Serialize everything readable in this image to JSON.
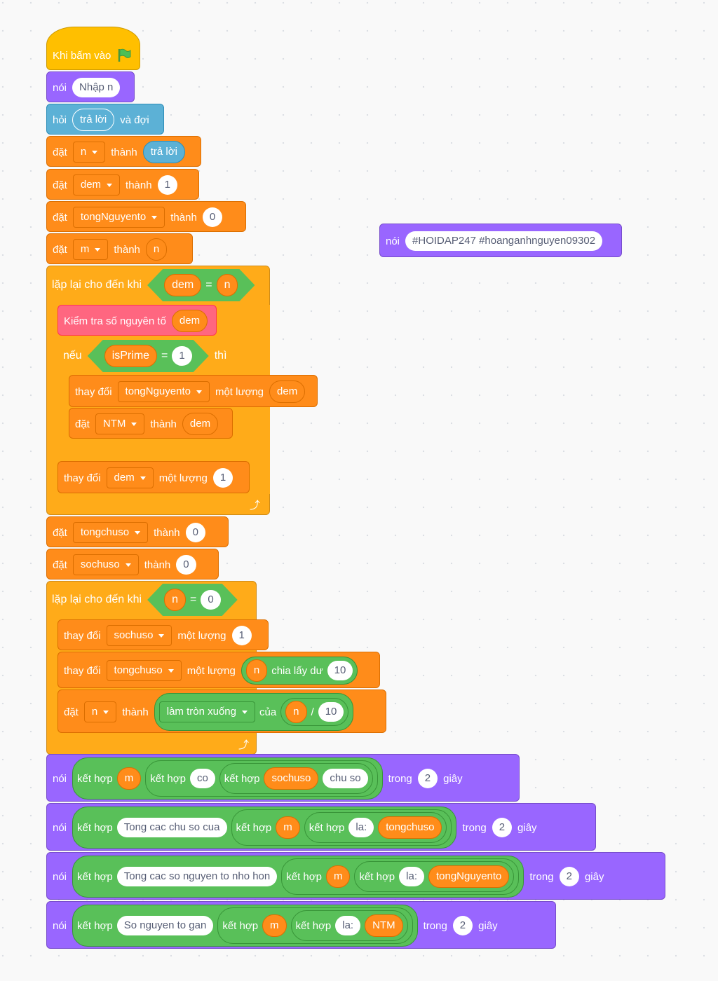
{
  "hat": {
    "label": "Khi bấm vào"
  },
  "say1": {
    "verb": "nói",
    "text": "Nhập n"
  },
  "ask": {
    "verb": "hỏi",
    "answer": "trả lời",
    "wait": "và đợi"
  },
  "set_n": {
    "verb": "đặt",
    "var": "n",
    "to": "thành",
    "value": "trả lời"
  },
  "set_dem": {
    "verb": "đặt",
    "var": "dem",
    "to": "thành",
    "value": "1"
  },
  "set_tong": {
    "verb": "đặt",
    "var": "tongNguyento",
    "to": "thành",
    "value": "0"
  },
  "set_m": {
    "verb": "đặt",
    "var": "m",
    "to": "thành",
    "value": "n"
  },
  "loop1": {
    "label": "lặp lại cho đến khi",
    "left": "dem",
    "op": "=",
    "right": "n"
  },
  "check": {
    "label": "Kiểm tra số nguyên tố",
    "arg": "dem"
  },
  "if": {
    "label": "nếu",
    "left": "isPrime",
    "op": "=",
    "right": "1",
    "then": "thì"
  },
  "chg_tong": {
    "verb": "thay đổi",
    "var": "tongNguyento",
    "by": "một lượng",
    "value": "dem"
  },
  "set_ntm": {
    "verb": "đặt",
    "var": "NTM",
    "to": "thành",
    "value": "dem"
  },
  "chg_dem": {
    "verb": "thay đổi",
    "var": "dem",
    "by": "một lượng",
    "value": "1"
  },
  "set_tongchuso": {
    "verb": "đặt",
    "var": "tongchuso",
    "to": "thành",
    "value": "0"
  },
  "set_sochuso": {
    "verb": "đặt",
    "var": "sochuso",
    "to": "thành",
    "value": "0"
  },
  "loop2": {
    "label": "lặp lại cho đến khi",
    "left": "n",
    "op": "=",
    "right": "0"
  },
  "chg_sochuso": {
    "verb": "thay đổi",
    "var": "sochuso",
    "by": "một lượng",
    "value": "1"
  },
  "chg_tongchuso": {
    "verb": "thay đổi",
    "var": "tongchuso",
    "by": "một lượng",
    "a": "n",
    "mod": "chia lấy dư",
    "b": "10"
  },
  "set_n2": {
    "verb": "đặt",
    "var": "n",
    "to": "thành",
    "fn": "làm tròn xuống",
    "of": "của",
    "a": "n",
    "div": "/",
    "b": "10"
  },
  "say2": {
    "verb": "nói",
    "join": "kết hợp",
    "m": "m",
    "co": "co",
    "sochuso": "sochuso",
    "chuso": "chu so",
    "for": "trong",
    "secs": "2",
    "unit": "giây"
  },
  "say3": {
    "verb": "nói",
    "join": "kết hợp",
    "t1": "Tong cac chu so cua",
    "m": "m",
    "la": "la:",
    "var": "tongchuso",
    "for": "trong",
    "secs": "2",
    "unit": "giây"
  },
  "say4": {
    "verb": "nói",
    "join": "kết hợp",
    "t1": "Tong cac so nguyen to nho hon",
    "m": "m",
    "la": "la:",
    "var": "tongNguyento",
    "for": "trong",
    "secs": "2",
    "unit": "giây"
  },
  "say5": {
    "verb": "nói",
    "join": "kết hợp",
    "t1": "So nguyen to gan",
    "m": "m",
    "la": "la:",
    "var": "NTM",
    "for": "trong",
    "secs": "2",
    "unit": "giây"
  },
  "say_side": {
    "verb": "nói",
    "text": "#HOIDAP247 #hoanganhnguyen09302"
  }
}
